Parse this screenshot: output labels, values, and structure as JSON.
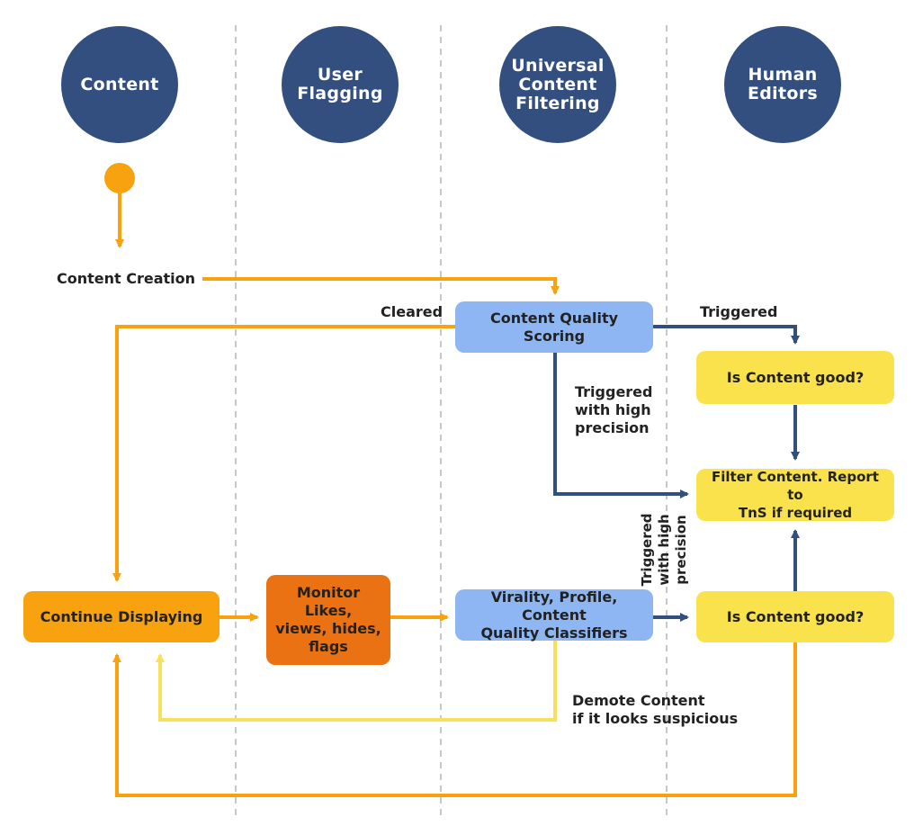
{
  "lanes": {
    "content": "Content",
    "user_flagging": "User\nFlagging",
    "universal_filtering": "Universal\nContent\nFiltering",
    "human_editors": "Human\nEditors"
  },
  "nodes": {
    "content_creation": "Content Creation",
    "content_quality_scoring": "Content Quality\nScoring",
    "is_content_good_top": "Is Content good?",
    "filter_content": "Filter Content. Report to\nTnS if required",
    "continue_displaying": "Continue Displaying",
    "monitor_likes": "Monitor Likes,\nviews, hides,\nflags",
    "virality_classifiers": "Virality, Profile, Content\nQuality Classifiers",
    "is_content_good_bottom": "Is Content good?"
  },
  "edge_labels": {
    "cleared": "Cleared",
    "triggered": "Triggered",
    "triggered_high_precision": "Triggered\nwith high\nprecision",
    "triggered_high_precision_vertical": "Triggered\nwith high\nprecision",
    "demote_content": "Demote Content\nif it looks suspicious"
  },
  "colors": {
    "lane_circle": "#324f80",
    "orange_flow": "#f7a20e",
    "light_yellow_flow": "#f7e05a",
    "blue_flow": "#324f80",
    "node_blue": "#8db6f2",
    "node_yellow": "#f9e24b",
    "node_orange": "#f7a20e",
    "node_dark_orange": "#ea7212",
    "lane_divider": "#c8c8c8"
  }
}
